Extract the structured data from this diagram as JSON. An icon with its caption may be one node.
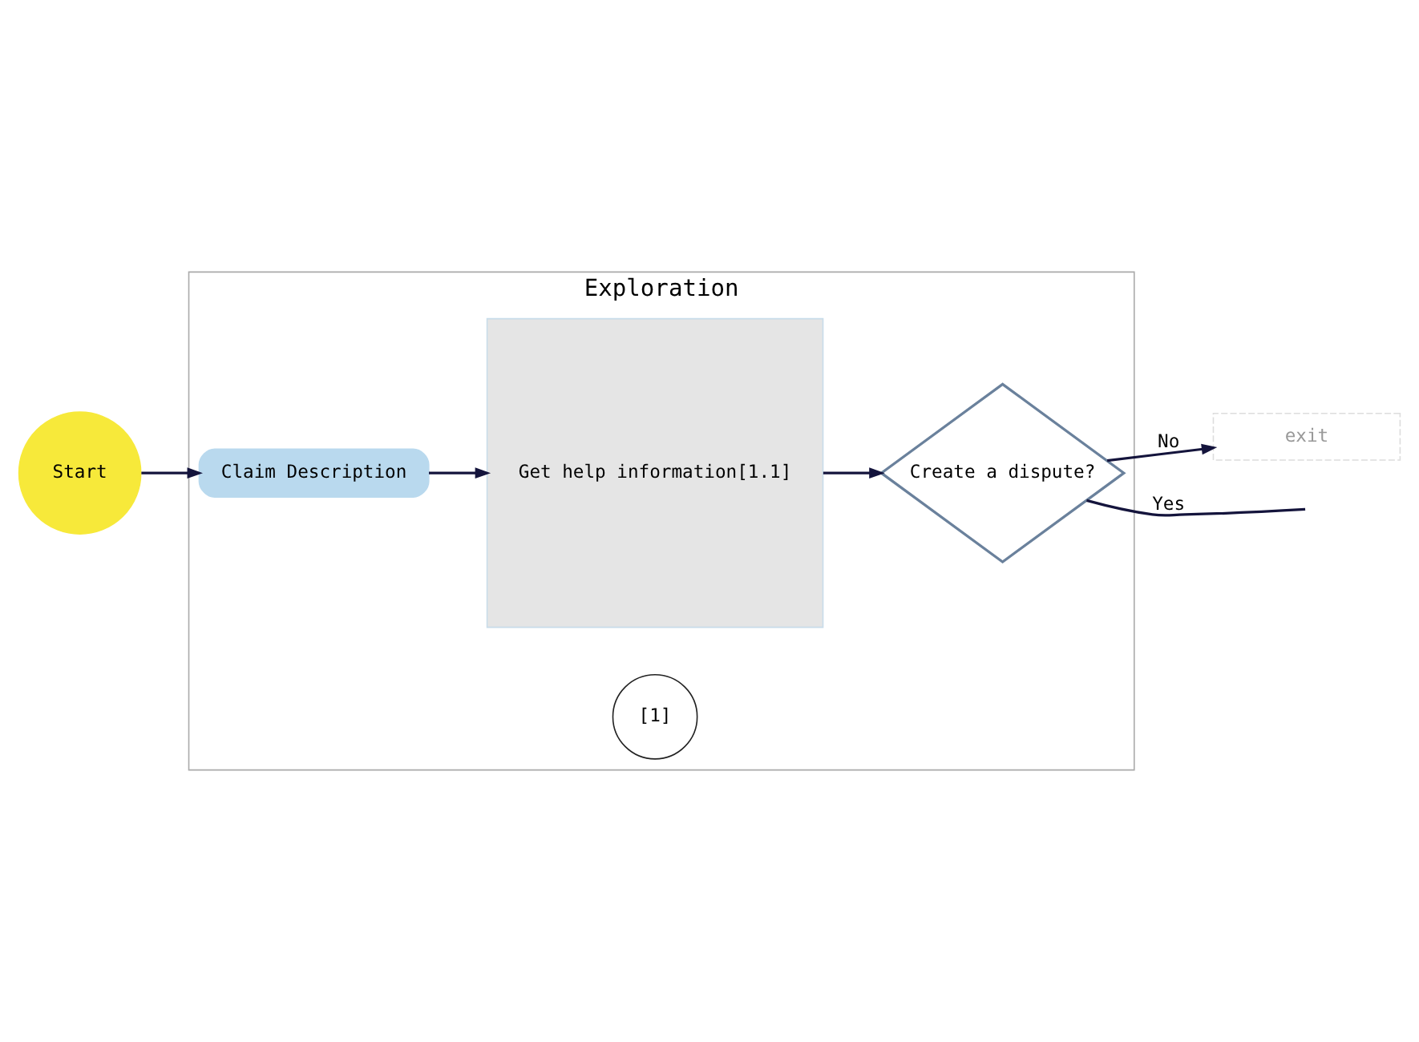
{
  "diagram": {
    "nodes": [
      {
        "text": [
          "Exploration"
        ]
      },
      {
        "text": [
          "Start"
        ]
      },
      {
        "text": [
          "Claim Description"
        ],
        "in": 0
      },
      {
        "text": [
          "[1]"
        ],
        "in": 0
      },
      {
        "text": [
          "Get help information[1.1]"
        ],
        "in": 0
      },
      {
        "text": [
          "Create a dispute?"
        ],
        "in": 0
      },
      {
        "text": [
          "exit"
        ]
      }
    ],
    "edges": [
      {
        "from": 1,
        "to": 2,
        "arrow": "to"
      },
      {
        "from": 2,
        "to": 4,
        "arrow": "to"
      },
      {
        "from": 4,
        "to": 5,
        "arrow": "to"
      },
      {
        "from": 5,
        "to": null,
        "label": "Yes",
        "arrow": "none"
      },
      {
        "from": 5,
        "to": 6,
        "label": "No",
        "arrow": "to"
      }
    ]
  }
}
